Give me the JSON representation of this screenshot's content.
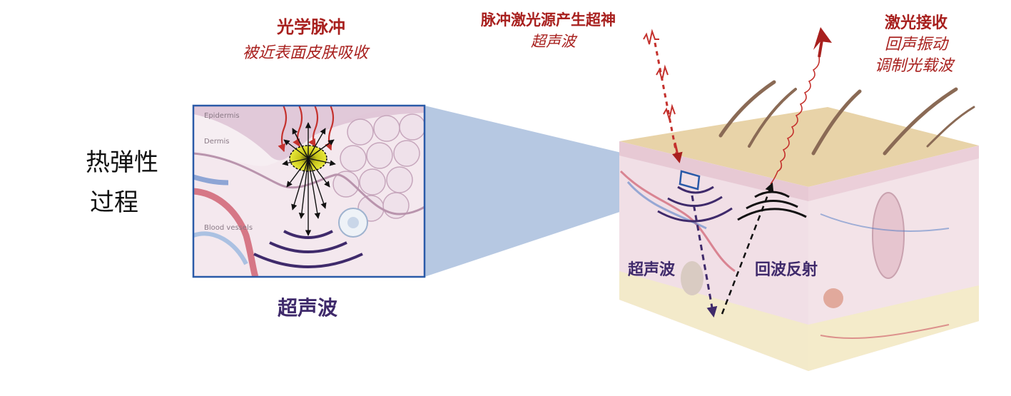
{
  "left": {
    "title": "光学脉冲",
    "subtitle": "被近表面皮肤吸收",
    "process_line1": "热弹性",
    "process_line2": "过程",
    "inset_labels": {
      "epidermis": "Epidermis",
      "dermis": "Dermis",
      "blood_vessels": "Blood vessels"
    },
    "ultrasound_caption": "超声波"
  },
  "right": {
    "source_title": "脉冲激光源产生超神",
    "source_subtitle": "超声波",
    "receive_title": "激光接收",
    "receive_line2": "回声振动",
    "receive_line3": "调制光载波",
    "ultrasound_label": "超声波",
    "echo_label": "回波反射"
  },
  "colors": {
    "red": "#a8201e",
    "purple": "#3f2a6b",
    "inset_border": "#2a5aa8",
    "projection": "#9db5d8",
    "skin_top": "#e8d3a8",
    "skin_side": "#f1dfe6"
  }
}
